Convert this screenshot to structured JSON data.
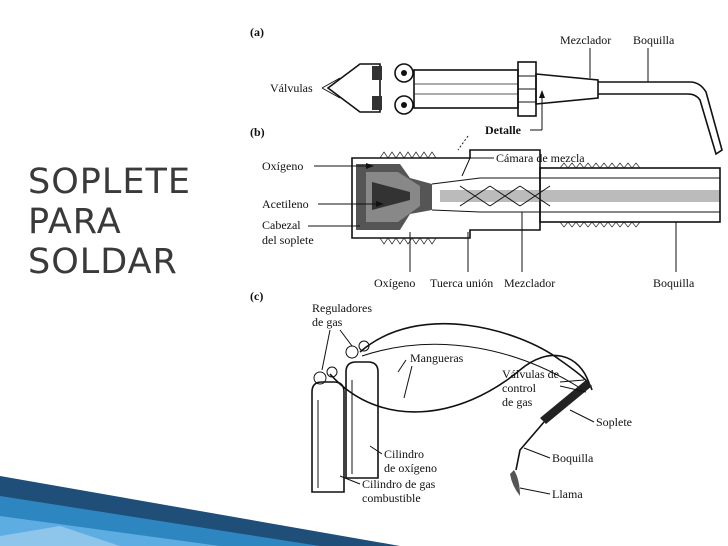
{
  "slide": {
    "title_lines": [
      "SOPLETE",
      "PARA",
      "SOLDAR"
    ],
    "accent_colors": [
      "#1f4e79",
      "#2e86c1",
      "#5dade2"
    ]
  },
  "figure": {
    "a": {
      "tag": "(a)",
      "labels": {
        "valvulas": "Válvulas",
        "mezclador": "Mezclador",
        "boquilla": "Boquilla",
        "detalle": "Detalle"
      }
    },
    "b": {
      "tag": "(b)",
      "labels": {
        "oxigeno_in": "Oxígeno",
        "acetileno": "Acetileno",
        "cabezal_1": "Cabezal",
        "cabezal_2": "del soplete",
        "camara": "Cámara de mezcla",
        "oxigeno_bottom": "Oxígeno",
        "tuerca": "Tuerca unión",
        "mezclador": "Mezclador",
        "boquilla": "Boquilla"
      }
    },
    "c": {
      "tag": "(c)",
      "labels": {
        "reguladores_1": "Reguladores",
        "reguladores_2": "de gas",
        "mangueras": "Mangueras",
        "valvulas_1": "Válvulas de",
        "valvulas_2": "control",
        "valvulas_3": "de gas",
        "soplete": "Soplete",
        "boquilla": "Boquilla",
        "llama": "Llama",
        "cil_ox_1": "Cilindro",
        "cil_ox_2": "de oxígeno",
        "cil_gas_1": "Cilindro de gas",
        "cil_gas_2": "combustible"
      }
    }
  }
}
